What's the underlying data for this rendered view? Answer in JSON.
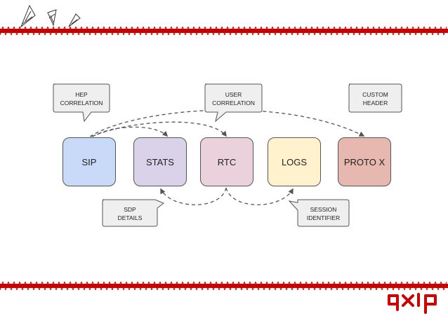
{
  "nodes": [
    {
      "id": "sip",
      "label": "SIP",
      "color": "#c9daf8"
    },
    {
      "id": "stats",
      "label": "STATS",
      "color": "#d9d2e9"
    },
    {
      "id": "rtc",
      "label": "RTC",
      "color": "#ead1dc"
    },
    {
      "id": "logs",
      "label": "LOGS",
      "color": "#fff2cc"
    },
    {
      "id": "protox",
      "label": "PROTO X",
      "color": "#e6b8af"
    }
  ],
  "callouts": {
    "hep": {
      "line1": "HEP",
      "line2": "CORRELATION"
    },
    "user": {
      "line1": "USER",
      "line2": "CORRELATION"
    },
    "custom": {
      "line1": "CUSTOM",
      "line2": "HEADER"
    },
    "sdp": {
      "line1": "SDP",
      "line2": "DETAILS"
    },
    "session": {
      "line1": "SESSION",
      "line2": "IDENTIFIER"
    }
  },
  "logo": {
    "text": "qxip",
    "color": "#cc0000"
  },
  "colors": {
    "band": "#cc0000",
    "callout_fill": "#efefef",
    "callout_border": "#555555",
    "arrow": "#555555"
  }
}
